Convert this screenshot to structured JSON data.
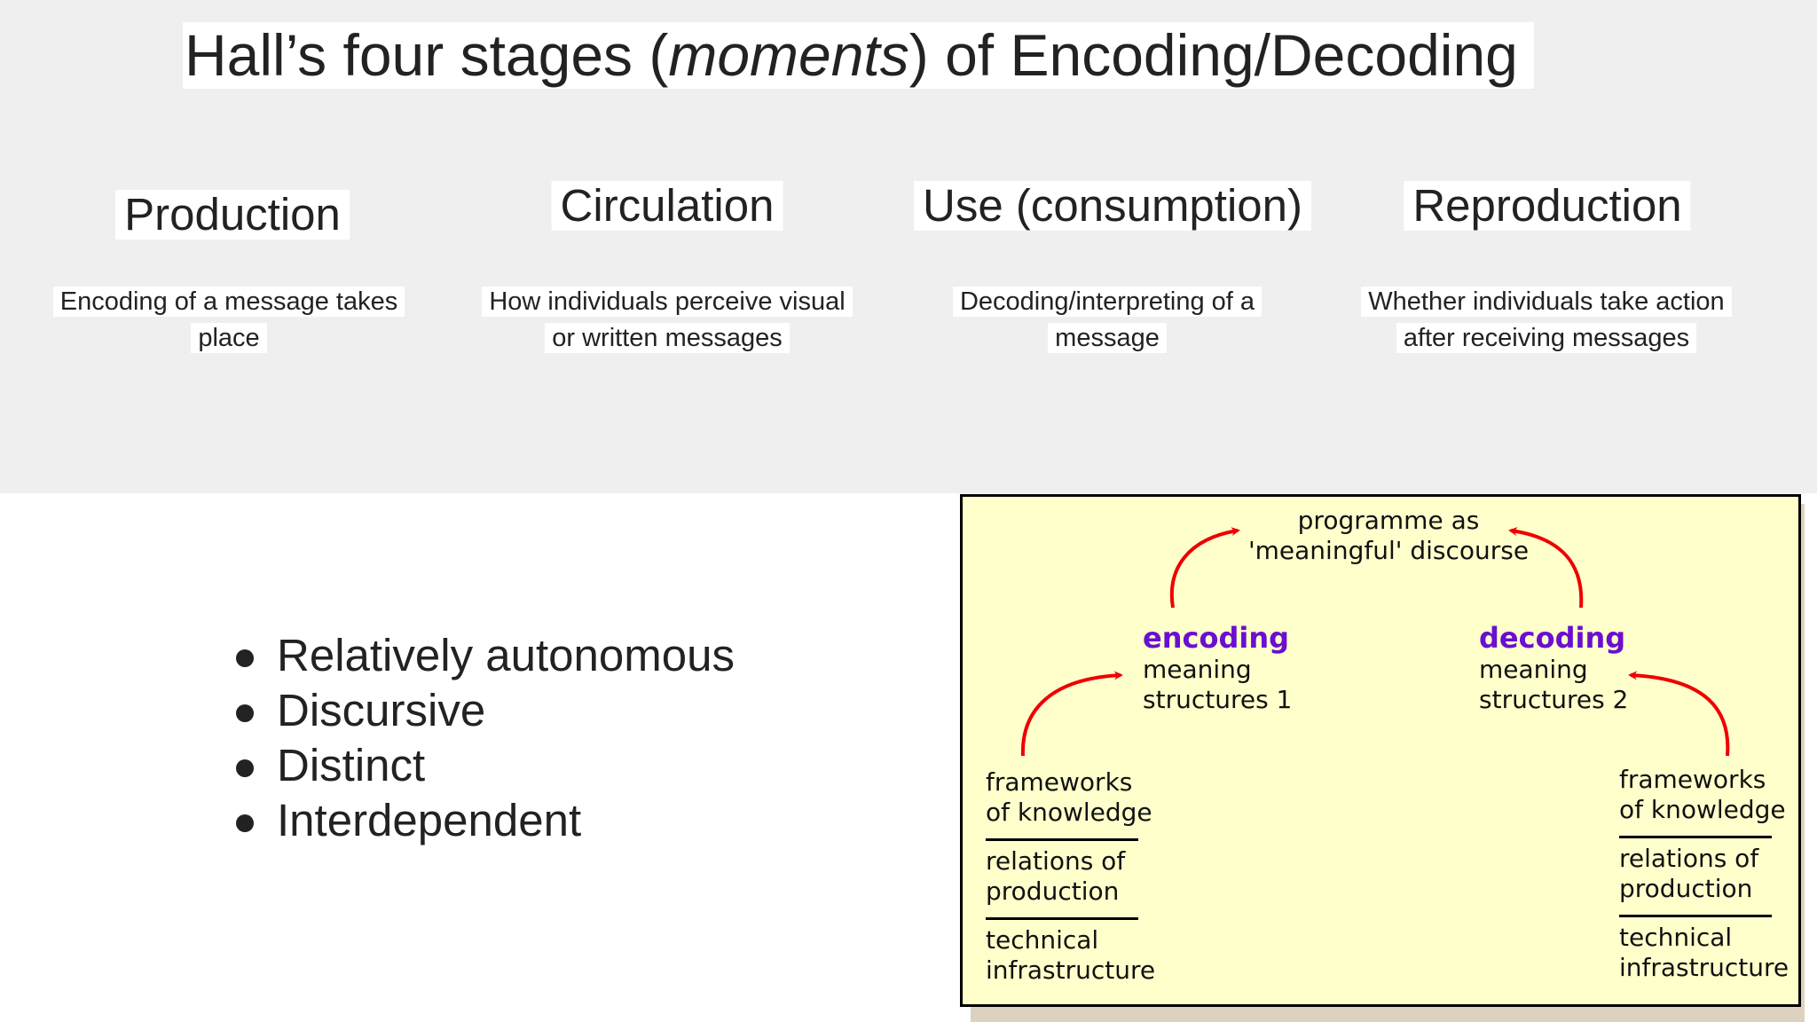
{
  "title": {
    "part1": "Hall’s four stages (",
    "italic": "moments",
    "part2": ") of Encoding/Decoding"
  },
  "stages": [
    {
      "heading": "Production",
      "desc_line1": "Encoding of a message takes",
      "desc_line2": "place"
    },
    {
      "heading": "Circulation",
      "desc_line1": "How individuals perceive visual",
      "desc_line2": "or written messages"
    },
    {
      "heading": "Use (consumption)",
      "desc_line1": "Decoding/interpreting of a",
      "desc_line2": "message"
    },
    {
      "heading": "Reproduction",
      "desc_line1": "Whether individuals take action",
      "desc_line2": "after receiving messages"
    }
  ],
  "bullets": [
    "Relatively autonomous",
    "Discursive",
    "Distinct",
    "Interdependent"
  ],
  "diagram": {
    "top_line1": "programme as",
    "top_line2": "'meaningful' discourse",
    "encoding": {
      "title": "encoding",
      "line1": "meaning",
      "line2": "structures 1"
    },
    "decoding": {
      "title": "decoding",
      "line1": "meaning",
      "line2": "structures 2"
    },
    "left_stack": [
      {
        "line1": "frameworks",
        "line2": "of knowledge"
      },
      {
        "line1": "relations of",
        "line2": "production"
      },
      {
        "line1": "technical",
        "line2": "infrastructure"
      }
    ],
    "right_stack": [
      {
        "line1": "frameworks",
        "line2": "of knowledge"
      },
      {
        "line1": "relations of",
        "line2": "production"
      },
      {
        "line1": "technical",
        "line2": "infrastructure"
      }
    ],
    "colors": {
      "background": "#ffffcc",
      "arrow": "#ee0000",
      "emphasis": "#6a0fd0",
      "shadow": "#ddd2bf"
    }
  }
}
